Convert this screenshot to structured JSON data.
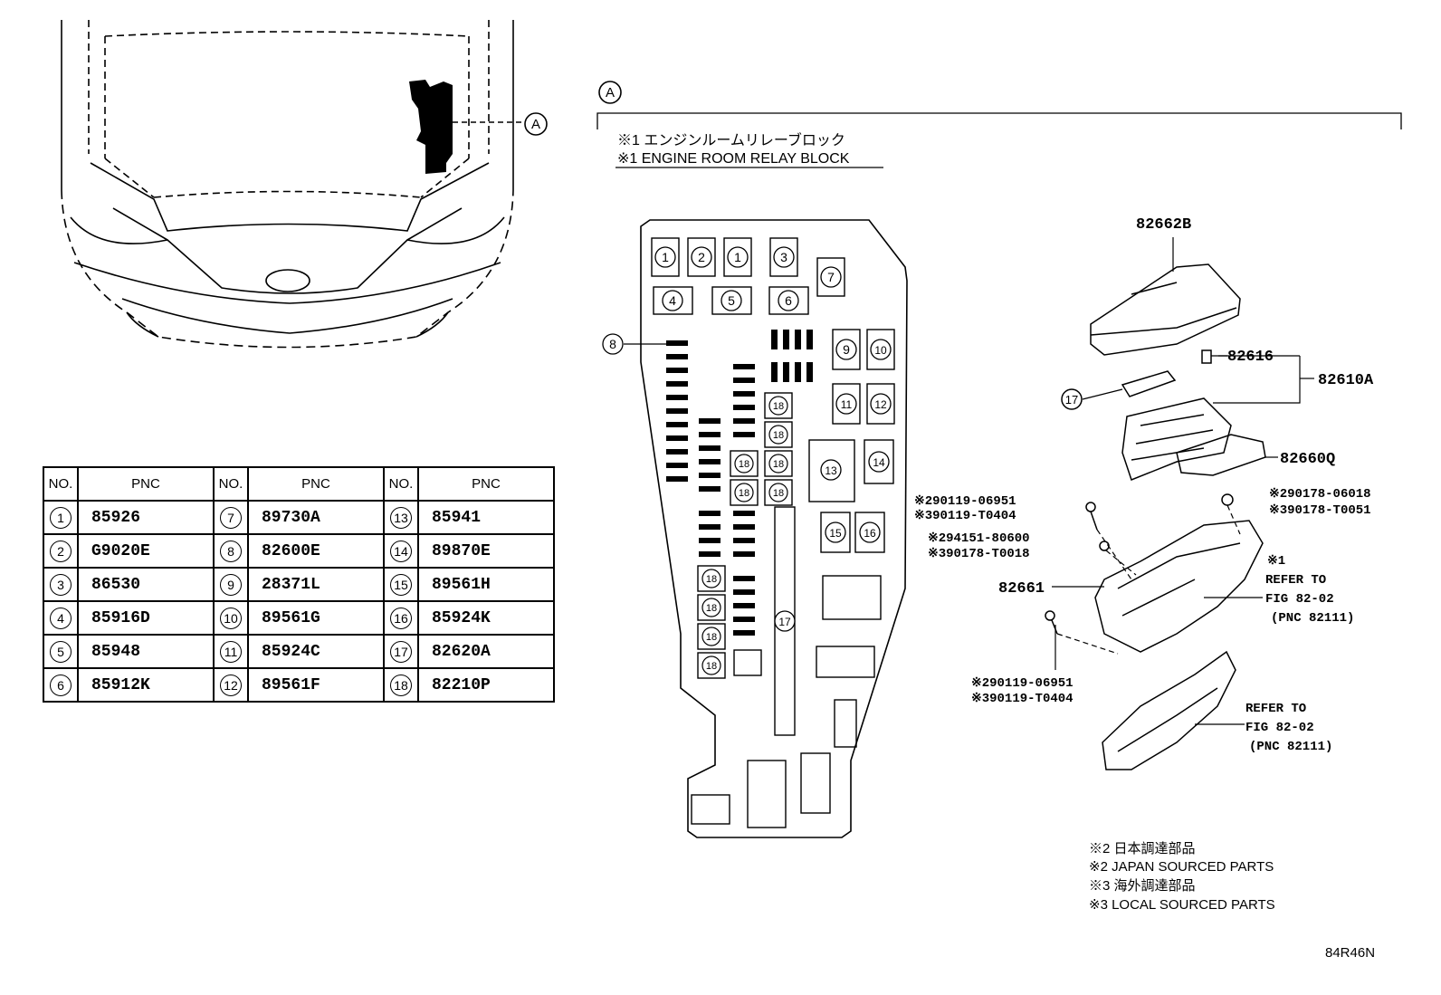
{
  "view_marker": "A",
  "callout_marker": "A",
  "relay_block_note_jp": "※1 エンジンルームリレーブロック",
  "relay_block_note_en": "※1 ENGINE ROOM RELAY BLOCK",
  "table": {
    "headers": [
      "NO.",
      "PNC",
      "NO.",
      "PNC",
      "NO.",
      "PNC"
    ],
    "rows": [
      [
        {
          "no": "1",
          "pnc": "85926"
        },
        {
          "no": "7",
          "pnc": "89730A"
        },
        {
          "no": "13",
          "pnc": "85941"
        }
      ],
      [
        {
          "no": "2",
          "pnc": "G9020E"
        },
        {
          "no": "8",
          "pnc": "82600E"
        },
        {
          "no": "14",
          "pnc": "89870E"
        }
      ],
      [
        {
          "no": "3",
          "pnc": "86530"
        },
        {
          "no": "9",
          "pnc": "28371L"
        },
        {
          "no": "15",
          "pnc": "89561H"
        }
      ],
      [
        {
          "no": "4",
          "pnc": "85916D"
        },
        {
          "no": "10",
          "pnc": "89561G"
        },
        {
          "no": "16",
          "pnc": "85924K"
        }
      ],
      [
        {
          "no": "5",
          "pnc": "85948"
        },
        {
          "no": "11",
          "pnc": "85924C"
        },
        {
          "no": "17",
          "pnc": "82620A"
        }
      ],
      [
        {
          "no": "6",
          "pnc": "85912K"
        },
        {
          "no": "12",
          "pnc": "89561F"
        },
        {
          "no": "18",
          "pnc": "82210P"
        }
      ]
    ]
  },
  "block_labels": [
    "1",
    "2",
    "1",
    "3",
    "7",
    "4",
    "5",
    "6",
    "8",
    "9",
    "10",
    "11",
    "12",
    "13",
    "14",
    "15",
    "16",
    "17",
    "18"
  ],
  "parts": {
    "p82662B": "82662B",
    "p82616": "82616",
    "p82610A": "82610A",
    "p17": "17",
    "p82660Q": "82660Q",
    "p82661": "82661",
    "s1": "※290119-06951",
    "s2": "※390119-T0404",
    "s3": "※290178-06018",
    "s4": "※390178-T0051",
    "s5": "※294151-80600",
    "s6": "※390178-T0018",
    "s7": "※290119-06951",
    "s8": "※390119-T0404",
    "ref1_mark": "※1",
    "ref1_l1": "REFER TO",
    "ref1_l2": "FIG 82-02",
    "ref1_l3": "(PNC 82111)",
    "ref2_l1": "REFER TO",
    "ref2_l2": "FIG 82-02",
    "ref2_l3": "(PNC 82111)"
  },
  "notes": [
    "※2 日本調達部品",
    "※2 JAPAN SOURCED PARTS",
    "※3 海外調達部品",
    "※3 LOCAL SOURCED PARTS"
  ],
  "figure_code": "84R46N"
}
